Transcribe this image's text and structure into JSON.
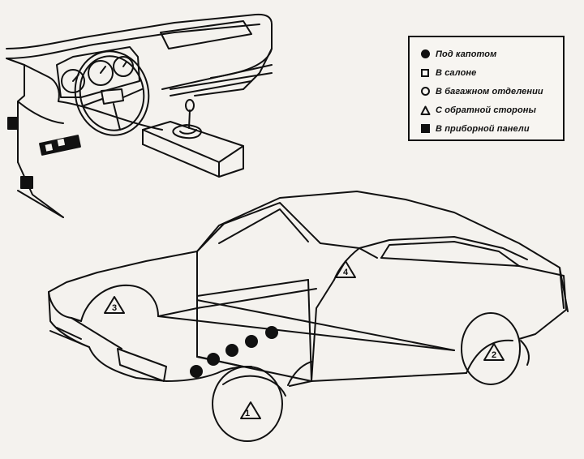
{
  "legend": {
    "items": [
      {
        "symbol": "filled-circle",
        "label": "Под капотом"
      },
      {
        "symbol": "open-square",
        "label": "В салоне"
      },
      {
        "symbol": "open-circle",
        "label": "В багажном отделении"
      },
      {
        "symbol": "triangle",
        "label": "С обратной стороны"
      },
      {
        "symbol": "filled-square",
        "label": "В приборной панели"
      }
    ]
  },
  "markers": {
    "front_wheel_triangle": "1",
    "front_fender_triangle": "3",
    "door_triangle": "4",
    "rear_wheel_triangle": "2"
  },
  "colors": {
    "line": "#111111",
    "background": "#f4f2ee"
  }
}
